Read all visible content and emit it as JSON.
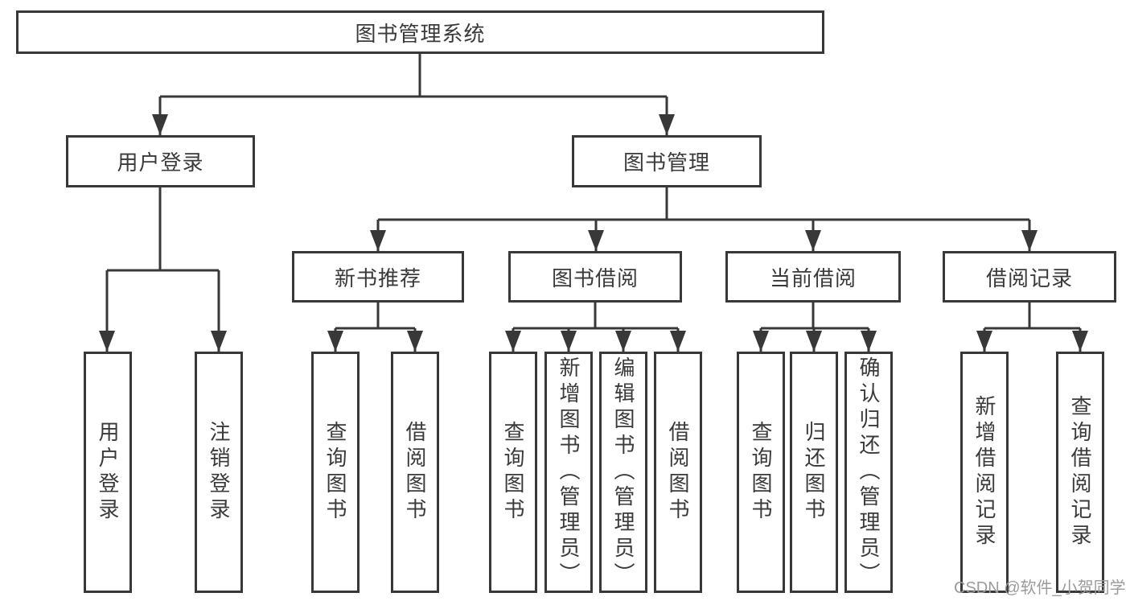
{
  "diagram": {
    "root": {
      "label": "图书管理系统"
    },
    "login": {
      "label": "用户登录",
      "children": [
        {
          "label": "用户登录"
        },
        {
          "label": "注销登录"
        }
      ]
    },
    "management": {
      "label": "图书管理",
      "groups": [
        {
          "label": "新书推荐",
          "children": [
            {
              "label": "查询图书"
            },
            {
              "label": "借阅图书"
            }
          ]
        },
        {
          "label": "图书借阅",
          "children": [
            {
              "label": "查询图书"
            },
            {
              "label": "新增图书（管理员）"
            },
            {
              "label": "编辑图书（管理员）"
            },
            {
              "label": "借阅图书"
            }
          ]
        },
        {
          "label": "当前借阅",
          "children": [
            {
              "label": "查询图书"
            },
            {
              "label": "归还图书"
            },
            {
              "label": "确认归还（管理员）"
            }
          ]
        },
        {
          "label": "借阅记录",
          "children": [
            {
              "label": "新增借阅记录"
            },
            {
              "label": "查询借阅记录"
            }
          ]
        }
      ]
    }
  },
  "watermark": "CSDN @软件_小贺同学",
  "colors": {
    "line": "#383838",
    "text": "#3a3a3a",
    "watermark": "#9b9b9b",
    "background": "#ffffff"
  }
}
